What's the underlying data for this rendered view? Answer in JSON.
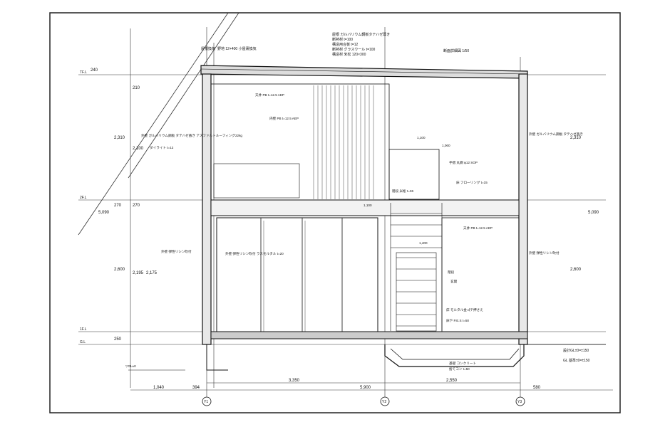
{
  "drawing": {
    "scale_note": "断面詳細図 1/50",
    "roof_notes": [
      "屋根 ガルバリウム鋼板タテハゼ葺き",
      "断熱材 t=100",
      "構造用合板 t=12",
      "断熱材 グラスウール t=100",
      "構造材 米松 120×300"
    ],
    "top_notes": [
      "屋根換気",
      "野地 12+400 小屋裏換気"
    ],
    "room_notes": [
      {
        "id": "ceiling-2f",
        "text": "天井 PB t=12.5 AEP"
      },
      {
        "id": "wall-ext-2f-left",
        "text": "外壁 ガルバリウム鋼板 タテハゼ葺き アスファルトルーフィング22kg"
      },
      {
        "id": "wall-ext-2f-left-b",
        "text": "ダイライト t=12"
      },
      {
        "id": "wall-int-2f",
        "text": "内壁 PB t=12.5 AEP"
      },
      {
        "id": "wall-ext-2f-right",
        "text": "外壁 ガルバリウム鋼板 タテハゼ葺き"
      },
      {
        "id": "ceiling-1f",
        "text": "天井 PB t=12.5 AEP"
      },
      {
        "id": "wall-ext-1f-left",
        "text": "外壁 弾性リシン吹付"
      },
      {
        "id": "wall-ext-1f-mid",
        "text": "外壁 弾性リシン吹付 ラスモルタル t=20"
      },
      {
        "id": "wall-ext-1f-right",
        "text": "外壁 弾性リシン吹付"
      },
      {
        "id": "floor-2f",
        "text": "床 フローリング t=15"
      },
      {
        "id": "stair-note",
        "text": "階段 米松 t=36"
      },
      {
        "id": "handrail",
        "text": "手摺 丸鋼 φ12 SOP"
      },
      {
        "id": "floor-1f",
        "text": "床 モルタル金ゴテ押さえ"
      },
      {
        "id": "base-note",
        "text": "床下 P.E.S t=50"
      },
      {
        "id": "stair-label",
        "text": "階段"
      },
      {
        "id": "room-1f",
        "text": "玄関"
      },
      {
        "id": "found-note",
        "text": "基礎 コンクリート"
      },
      {
        "id": "found-note2",
        "text": "捨てコン t=50"
      }
    ],
    "heights": [
      "TF.L",
      "2F.L",
      "1F.L",
      "G.L"
    ],
    "height_values": {
      "top": "240",
      "v1": "210",
      "v2": "2,310",
      "v3": "2,100",
      "v4": "5,090",
      "v5": "270",
      "v6": "270",
      "v7": "2,600",
      "v8": "2,195",
      "v9": "2,175",
      "v10": "250",
      "v11": "2,310",
      "v12": "2,600",
      "v13": "5,090"
    },
    "bottom_dims": {
      "d1": "1,040",
      "d2": "394",
      "d3": "3,350",
      "d4": "5,900",
      "d5": "2,550",
      "d6": "580"
    },
    "grid_labels": [
      "Y1",
      "Y2",
      "Y3"
    ],
    "levels": {
      "ground_right": "設計GL±0=±150",
      "ground_right2": "GL 基準±0=±150"
    },
    "small_labels": [
      "▽GL±0",
      "1,400",
      "1,100",
      "1,060",
      "1,100"
    ]
  }
}
